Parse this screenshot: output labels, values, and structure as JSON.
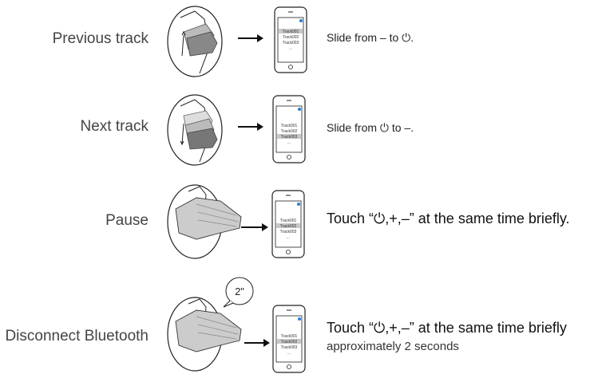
{
  "rows": [
    {
      "label": "Previous track",
      "description": "Slide from – to ⏻.",
      "tracks": [
        "Track001",
        "Track002",
        "Track003",
        "..."
      ],
      "highlighted_track": 0
    },
    {
      "label": "Next track",
      "description": "Slide from ⏻ to –.",
      "tracks": [
        "Track001",
        "Track002",
        "Track003",
        "..."
      ],
      "highlighted_track": 2
    },
    {
      "label": "Pause",
      "description": "Touch “⏻,+,–” at the same time briefly.",
      "tracks": [
        "Track001",
        "Track002",
        "Track003",
        "..."
      ],
      "highlighted_track": 1
    },
    {
      "label": "Disconnect Bluetooth",
      "description": "Touch “⏻,+,–” at the same time briefly",
      "subdescription": "approximately 2 seconds",
      "timer_bubble": "2\"",
      "tracks": [
        "Track001",
        "Track002",
        "Track003",
        "..."
      ],
      "highlighted_track": 1
    }
  ],
  "icons": {
    "power": "power-icon",
    "minus": "minus-icon",
    "plus": "plus-icon",
    "arrow": "right-arrow-icon",
    "bluetooth_status": "status-dot-icon"
  },
  "colors": {
    "line": "#222222",
    "highlight": "#c8c8c8",
    "status_dot": "#2a7fd4"
  }
}
